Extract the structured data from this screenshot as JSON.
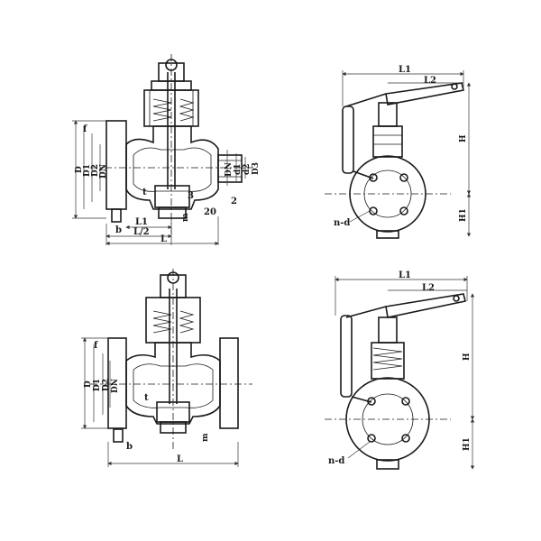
{
  "views": {
    "top_section": {
      "labels": {
        "D": "D",
        "D1": "D1",
        "D2": "D2",
        "DN_left": "DN",
        "f": "f",
        "b": "b",
        "L1": "L1",
        "L2_frac": "L/2",
        "L": "L",
        "t": "t",
        "m": "m",
        "three": "3",
        "two": "2",
        "twenty": "20",
        "DN_right": "DN",
        "d1": "d1",
        "d2": "d2",
        "D3": "D3"
      }
    },
    "top_side": {
      "labels": {
        "L1": "L1",
        "L2": "L2",
        "H": "H",
        "H1": "H1",
        "nd": "n-d"
      }
    },
    "bottom_section": {
      "labels": {
        "D": "D",
        "D1": "D1",
        "D2": "D2",
        "DN": "DN",
        "f": "f",
        "b": "b",
        "L": "L",
        "t": "t",
        "m": "m"
      }
    },
    "bottom_side": {
      "labels": {
        "L1": "L1",
        "L2": "L2",
        "H": "H",
        "H1": "H1",
        "nd": "n-d"
      }
    }
  }
}
